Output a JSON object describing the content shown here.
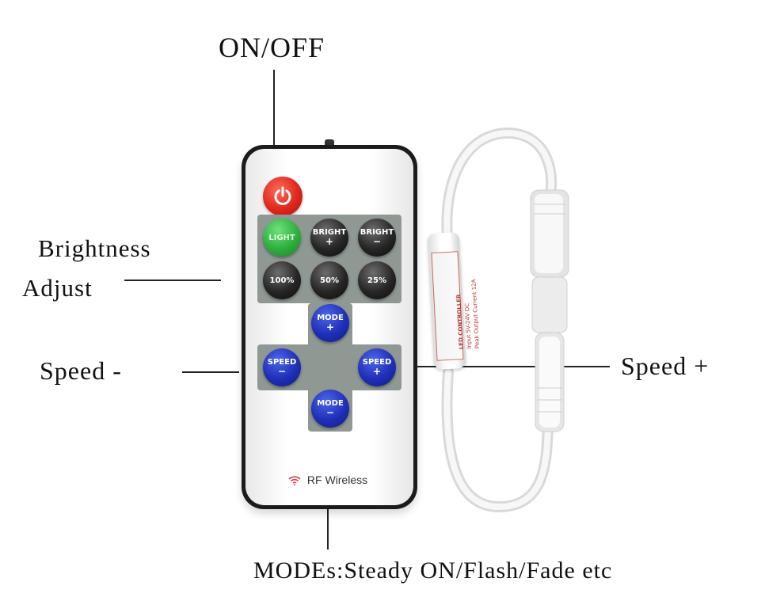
{
  "callouts": {
    "on_off": "ON/OFF",
    "brightness_line1": "Brightness",
    "brightness_line2": "Adjust",
    "speed_minus": "Speed -",
    "speed_plus": "Speed +",
    "modes": "MODEs:Steady ON/Flash/Fade etc"
  },
  "remote": {
    "buttons": {
      "light": "LIGHT",
      "bright_plus_top": "BRIGHT",
      "bright_plus_sym": "+",
      "bright_minus_top": "BRIGHT",
      "bright_minus_sym": "−",
      "p100": "100%",
      "p50": "50%",
      "p25": "25%",
      "mode_plus_top": "MODE",
      "mode_plus_sym": "+",
      "mode_minus_top": "MODE",
      "mode_minus_sym": "−",
      "speed_left_top": "SPEED",
      "speed_left_sym": "−",
      "speed_right_top": "SPEED",
      "speed_right_sym": "+"
    },
    "brand": "RF Wireless",
    "icons": {
      "power": "power-icon",
      "wireless": "wifi-signal-icon"
    }
  },
  "controller": {
    "label_line1": "LED CONTROLLER",
    "label_line2": "Input 5V-24V DC",
    "label_line3": "Peak Output Current 12A"
  },
  "colors": {
    "power": "#e0271d",
    "light_button": "#2fae3f",
    "mode_speed_buttons": "#1f2fb8",
    "panel": "#8f9892"
  }
}
